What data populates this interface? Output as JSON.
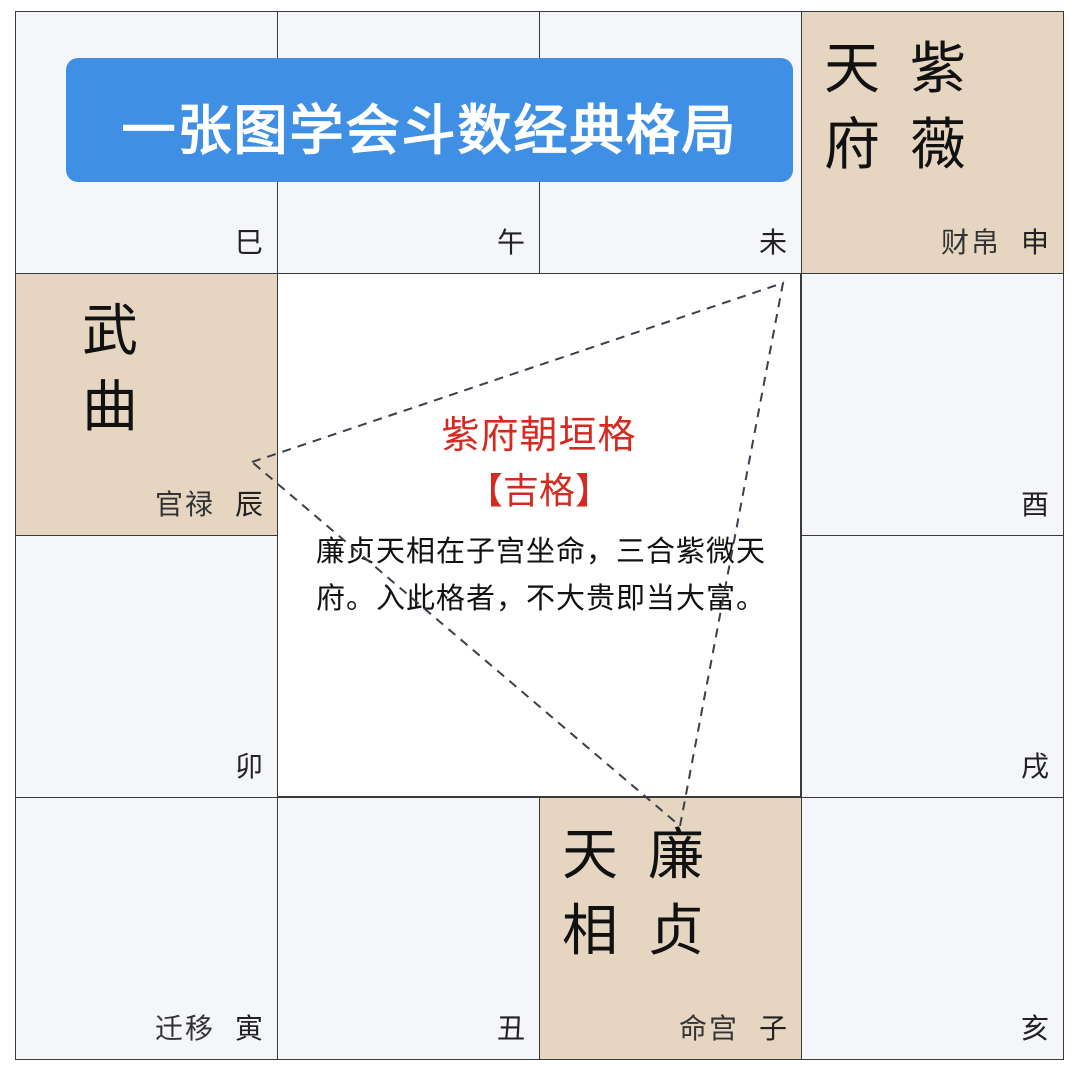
{
  "title": "一张图学会斗数经典格局",
  "cells": {
    "si": {
      "branch": "巳"
    },
    "wu": {
      "branch": "午"
    },
    "wei": {
      "branch": "未"
    },
    "shen": {
      "branch": "申",
      "palace": "财帛",
      "stars": [
        "天府",
        "紫薇"
      ]
    },
    "chen": {
      "branch": "辰",
      "palace": "官禄",
      "stars": [
        "武曲"
      ]
    },
    "you": {
      "branch": "酉"
    },
    "mao": {
      "branch": "卯"
    },
    "xu": {
      "branch": "戌"
    },
    "yin": {
      "branch": "寅",
      "palace": "迁移"
    },
    "chou": {
      "branch": "丑"
    },
    "zi": {
      "branch": "子",
      "palace": "命宫",
      "stars": [
        "天相",
        "廉贞"
      ]
    },
    "hai": {
      "branch": "亥"
    }
  },
  "center": {
    "pattern_name": "紫府朝垣格",
    "tag": "【吉格】",
    "description": "廉贞天相在子宫坐命，三合紫微天府。入此格者，不大贵即当大富。"
  },
  "colors": {
    "highlight_cell": "#e6d6c1",
    "banner": "#3f90e4",
    "accent_red": "#d42a20"
  }
}
